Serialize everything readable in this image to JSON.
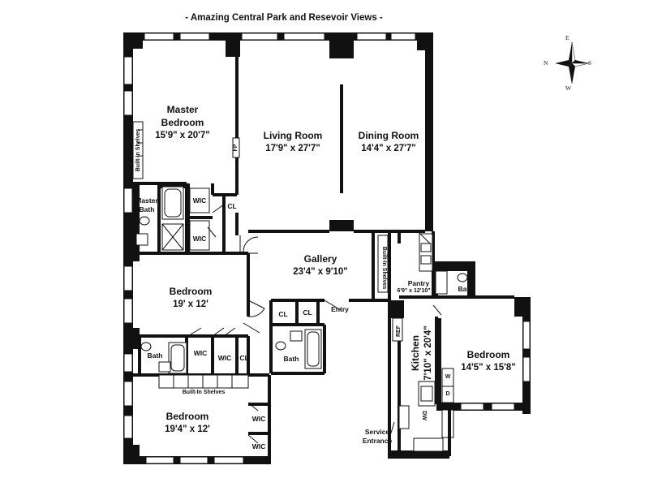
{
  "title": "- Amazing Central Park and Resevoir Views -",
  "compass": {
    "north": "N",
    "south": "S",
    "east": "E",
    "west": "W"
  },
  "rooms": {
    "master_bedroom": {
      "name_1": "Master",
      "name_2": "Bedroom",
      "dim": "15'9\" x 20'7\""
    },
    "living_room": {
      "name": "Living Room",
      "dim": "17'9\" x 27'7\""
    },
    "dining_room": {
      "name": "Dining Room",
      "dim": "14'4\" x 27'7\""
    },
    "gallery": {
      "name": "Gallery",
      "dim": "23'4\" x 9'10\""
    },
    "bedroom_2": {
      "name": "Bedroom",
      "dim": "19' x 12'"
    },
    "bedroom_3": {
      "name": "Bedroom",
      "dim": "19'4\" x 12'"
    },
    "bedroom_4": {
      "name": "Bedroom",
      "dim": "14'5\" x 15'8\""
    },
    "kitchen": {
      "name": "Kitchen",
      "dim": "7'10\" x 20'4\""
    },
    "pantry": {
      "name": "Pantry",
      "dim": "6'9\" x 12'10\""
    }
  },
  "labels": {
    "master_bath_1": "Master",
    "master_bath_2": "Bath",
    "wic": "WIC",
    "cl": "CL",
    "bath": "Bath",
    "built_in_shelves": "Built-In Shelves",
    "entry": "Entry",
    "service_entrance_1": "Service",
    "service_entrance_2": "Entrance",
    "ref": "REF",
    "dw": "DW",
    "w": "W",
    "d": "D",
    "fp": "FP"
  }
}
